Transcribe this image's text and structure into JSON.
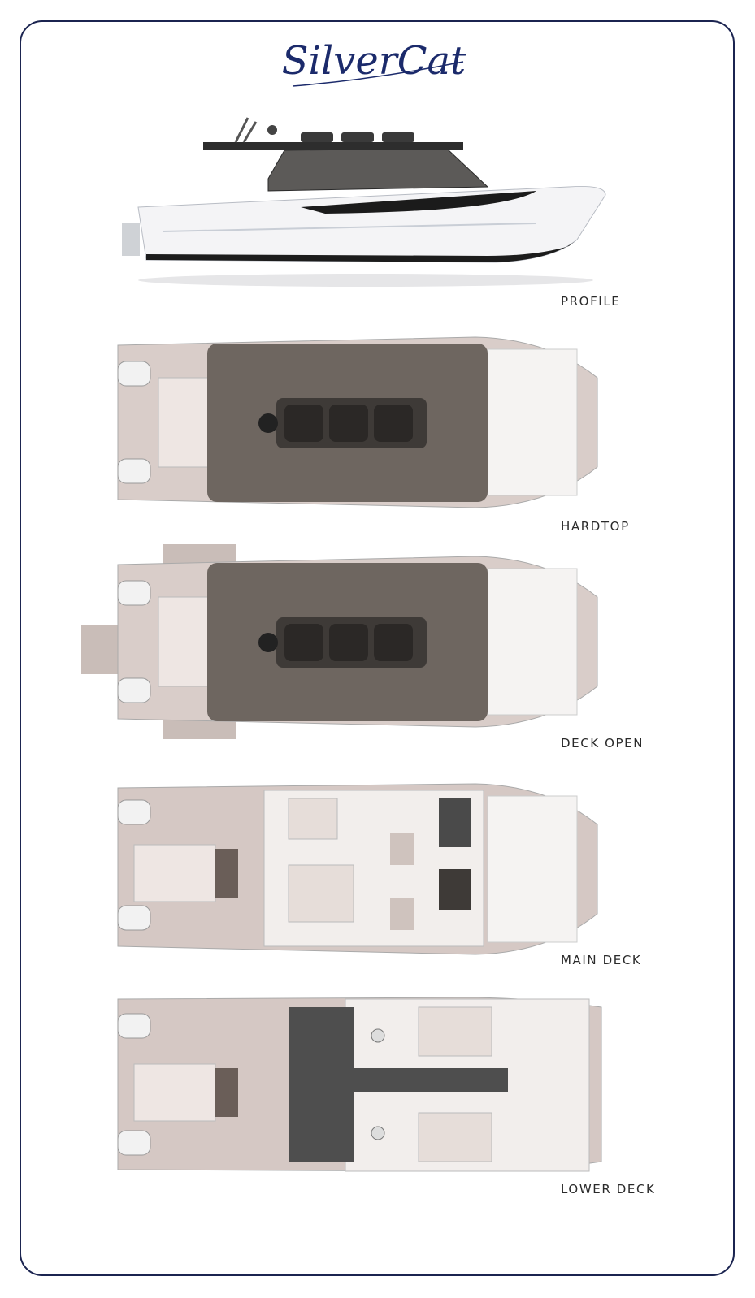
{
  "brand": {
    "logo_text": "SilverCat",
    "logo_color": "#1b2a6b"
  },
  "colors": {
    "frame": "#1b2450",
    "hull": "#f4f4f6",
    "hardtop": "#6e6660",
    "plan": "#cbbdb8",
    "dark": "#4a4a4a"
  },
  "views": [
    {
      "label": "PROFILE"
    },
    {
      "label": "HARDTOP"
    },
    {
      "label": "DECK OPEN"
    },
    {
      "label": "MAIN DECK"
    },
    {
      "label": "LOWER DECK"
    }
  ]
}
